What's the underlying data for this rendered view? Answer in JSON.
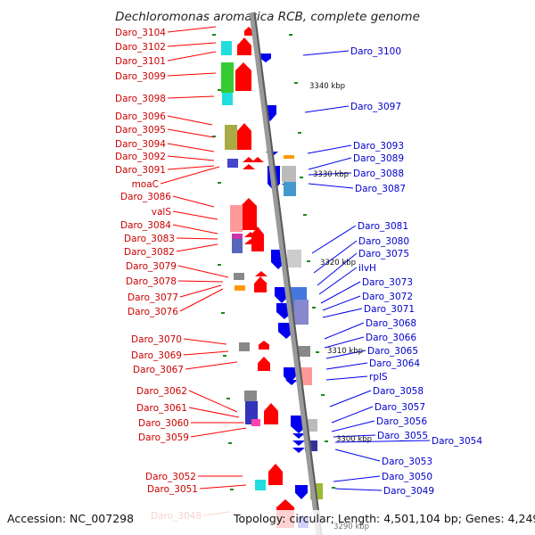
{
  "title": "Dechloromonas aromatica RCB, complete genome",
  "footer": {
    "accession": "Accession: NC_007298",
    "topology": "Topology: circular; Length: 4,501,104 bp; Genes: 4,249"
  },
  "kbp_ticks": [
    "3340 kbp",
    "3330 kbp",
    "3320 kbp",
    "3310 kbp",
    "3300 kbp",
    "3290 kbp"
  ],
  "colors": {
    "forward": "#ff0000",
    "reverse": "#0000ee",
    "backbone": "#9a9a9a",
    "left_label": "#cc0000",
    "right_label": "#0000cc",
    "tick": "#1a8a1a"
  },
  "left_labels": [
    "Daro_3104",
    "Daro_3102",
    "Daro_3101",
    "Daro_3099",
    "Daro_3098",
    "Daro_3096",
    "Daro_3095",
    "Daro_3094",
    "Daro_3092",
    "Daro_3091",
    "moaC",
    "Daro_3086",
    "valS",
    "Daro_3084",
    "Daro_3083",
    "Daro_3082",
    "Daro_3079",
    "Daro_3078",
    "Daro_3077",
    "Daro_3076",
    "Daro_3070",
    "Daro_3069",
    "Daro_3067",
    "Daro_3062",
    "Daro_3061",
    "Daro_3060",
    "Daro_3059",
    "Daro_3052",
    "Daro_3051",
    "Daro_3048"
  ],
  "right_labels": [
    "Daro_3100",
    "Daro_3097",
    "Daro_3093",
    "Daro_3089",
    "Daro_3088",
    "Daro_3087",
    "Daro_3081",
    "Daro_3080",
    "Daro_3075",
    "ilvH",
    "Daro_3073",
    "Daro_3072",
    "Daro_3071",
    "Daro_3068",
    "Daro_3066",
    "Daro_3065",
    "Daro_3064",
    "rplS",
    "Daro_3058",
    "Daro_3057",
    "Daro_3056",
    "Daro_3055",
    "Daro_3054",
    "Daro_3053",
    "Daro_3050",
    "Daro_3049"
  ]
}
